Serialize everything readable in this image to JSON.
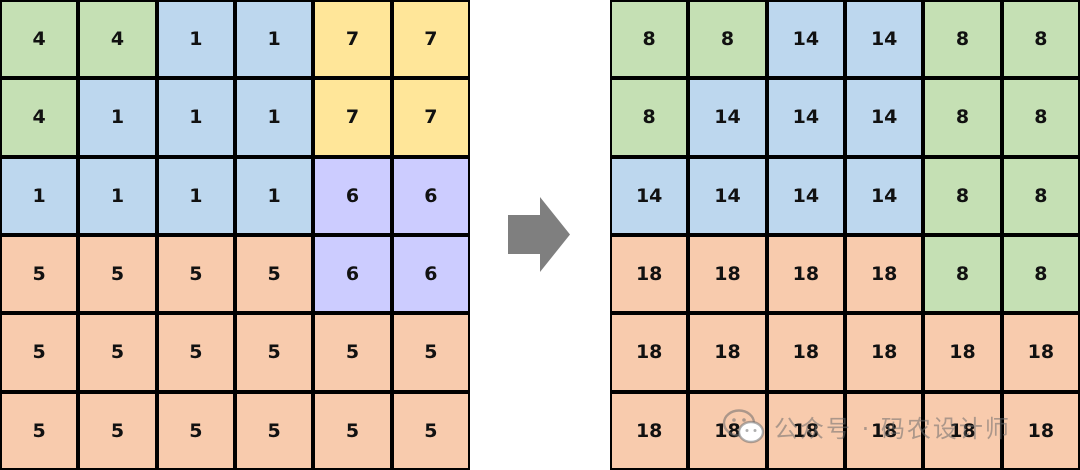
{
  "colors": {
    "green": "#c5e0b4",
    "blue": "#bdd7ee",
    "yellow": "#ffe699",
    "purple": "#ccccff",
    "orange": "#f8cbad",
    "arrow": "#7f7f7f",
    "grid_line": "#000000"
  },
  "left_grid": {
    "cells": [
      [
        {
          "v": "4",
          "c": "green"
        },
        {
          "v": "4",
          "c": "green"
        },
        {
          "v": "1",
          "c": "blue"
        },
        {
          "v": "1",
          "c": "blue"
        },
        {
          "v": "7",
          "c": "yellow"
        },
        {
          "v": "7",
          "c": "yellow"
        }
      ],
      [
        {
          "v": "4",
          "c": "green"
        },
        {
          "v": "1",
          "c": "blue"
        },
        {
          "v": "1",
          "c": "blue"
        },
        {
          "v": "1",
          "c": "blue"
        },
        {
          "v": "7",
          "c": "yellow"
        },
        {
          "v": "7",
          "c": "yellow"
        }
      ],
      [
        {
          "v": "1",
          "c": "blue"
        },
        {
          "v": "1",
          "c": "blue"
        },
        {
          "v": "1",
          "c": "blue"
        },
        {
          "v": "1",
          "c": "blue"
        },
        {
          "v": "6",
          "c": "purple"
        },
        {
          "v": "6",
          "c": "purple"
        }
      ],
      [
        {
          "v": "5",
          "c": "orange"
        },
        {
          "v": "5",
          "c": "orange"
        },
        {
          "v": "5",
          "c": "orange"
        },
        {
          "v": "5",
          "c": "orange"
        },
        {
          "v": "6",
          "c": "purple"
        },
        {
          "v": "6",
          "c": "purple"
        }
      ],
      [
        {
          "v": "5",
          "c": "orange"
        },
        {
          "v": "5",
          "c": "orange"
        },
        {
          "v": "5",
          "c": "orange"
        },
        {
          "v": "5",
          "c": "orange"
        },
        {
          "v": "5",
          "c": "orange"
        },
        {
          "v": "5",
          "c": "orange"
        }
      ],
      [
        {
          "v": "5",
          "c": "orange"
        },
        {
          "v": "5",
          "c": "orange"
        },
        {
          "v": "5",
          "c": "orange"
        },
        {
          "v": "5",
          "c": "orange"
        },
        {
          "v": "5",
          "c": "orange"
        },
        {
          "v": "5",
          "c": "orange"
        }
      ]
    ]
  },
  "right_grid": {
    "cells": [
      [
        {
          "v": "8",
          "c": "green"
        },
        {
          "v": "8",
          "c": "green"
        },
        {
          "v": "14",
          "c": "blue"
        },
        {
          "v": "14",
          "c": "blue"
        },
        {
          "v": "8",
          "c": "green"
        },
        {
          "v": "8",
          "c": "green"
        }
      ],
      [
        {
          "v": "8",
          "c": "green"
        },
        {
          "v": "14",
          "c": "blue"
        },
        {
          "v": "14",
          "c": "blue"
        },
        {
          "v": "14",
          "c": "blue"
        },
        {
          "v": "8",
          "c": "green"
        },
        {
          "v": "8",
          "c": "green"
        }
      ],
      [
        {
          "v": "14",
          "c": "blue"
        },
        {
          "v": "14",
          "c": "blue"
        },
        {
          "v": "14",
          "c": "blue"
        },
        {
          "v": "14",
          "c": "blue"
        },
        {
          "v": "8",
          "c": "green"
        },
        {
          "v": "8",
          "c": "green"
        }
      ],
      [
        {
          "v": "18",
          "c": "orange"
        },
        {
          "v": "18",
          "c": "orange"
        },
        {
          "v": "18",
          "c": "orange"
        },
        {
          "v": "18",
          "c": "orange"
        },
        {
          "v": "8",
          "c": "green"
        },
        {
          "v": "8",
          "c": "green"
        }
      ],
      [
        {
          "v": "18",
          "c": "orange"
        },
        {
          "v": "18",
          "c": "orange"
        },
        {
          "v": "18",
          "c": "orange"
        },
        {
          "v": "18",
          "c": "orange"
        },
        {
          "v": "18",
          "c": "orange"
        },
        {
          "v": "18",
          "c": "orange"
        }
      ],
      [
        {
          "v": "18",
          "c": "orange"
        },
        {
          "v": "18",
          "c": "orange"
        },
        {
          "v": "18",
          "c": "orange"
        },
        {
          "v": "18",
          "c": "orange"
        },
        {
          "v": "18",
          "c": "orange"
        },
        {
          "v": "18",
          "c": "orange"
        }
      ]
    ]
  },
  "arrow": {
    "icon": "right-arrow-icon"
  },
  "watermark": {
    "icon": "wechat-icon",
    "text": "公众号 · 码农设计师"
  }
}
